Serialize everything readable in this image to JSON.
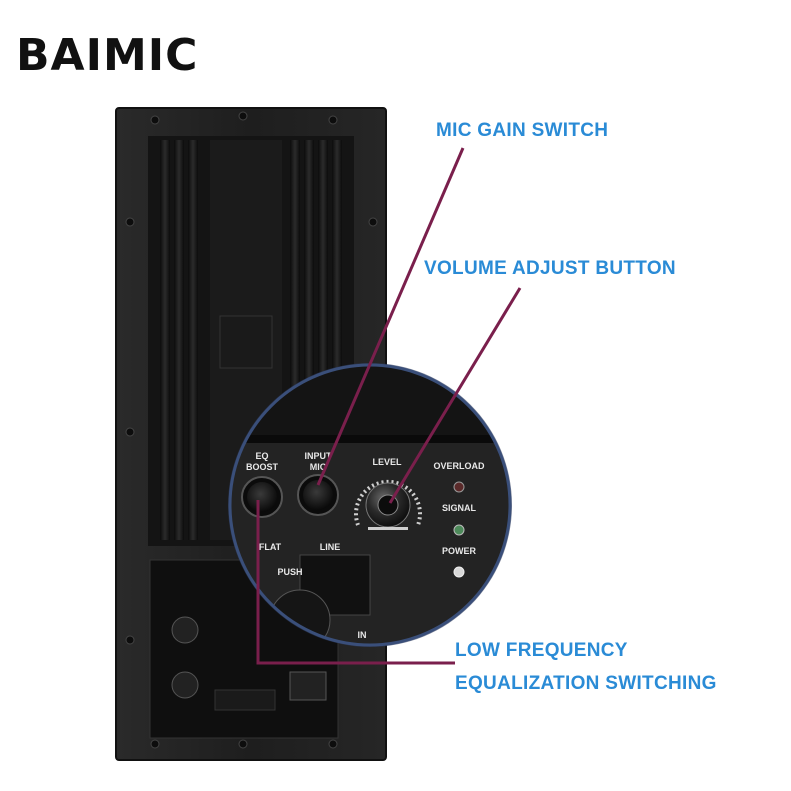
{
  "logo": {
    "text": "BAIMIC"
  },
  "callouts": {
    "mic_gain": "MIC GAIN SWITCH",
    "volume": "VOLUME ADJUST BUTTON",
    "low_freq_line1": "LOW FREQUENCY",
    "low_freq_line2": "EQUALIZATION SWITCHING"
  },
  "panel": {
    "eq": "EQ",
    "boost": "BOOST",
    "input": "INPUT",
    "mic": "MIC",
    "level": "LEVEL",
    "overload": "OVERLOAD",
    "signal": "SIGNAL",
    "power": "POWER",
    "flat": "FLAT",
    "line": "LINE",
    "in": "IN",
    "push": "PUSH"
  },
  "colors": {
    "callout_text": "#2a8bd6",
    "leader_line": "#7a1f4c",
    "amp_body": "#1c1c1c"
  }
}
